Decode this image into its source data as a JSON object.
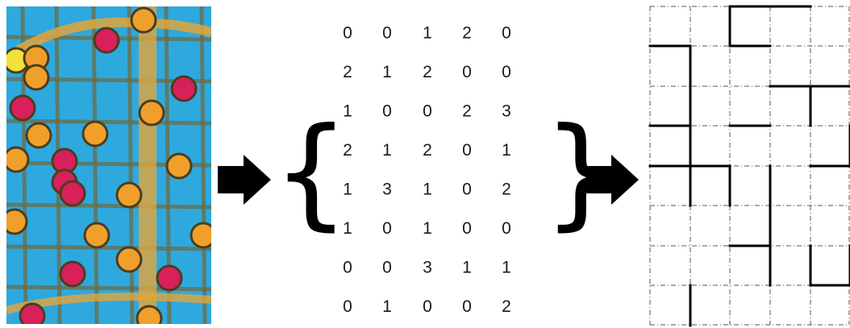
{
  "matrix": [
    [
      "0",
      "0",
      "1",
      "2",
      "0"
    ],
    [
      "2",
      "1",
      "2",
      "0",
      "0"
    ],
    [
      "1",
      "0",
      "0",
      "2",
      "3"
    ],
    [
      "2",
      "1",
      "2",
      "0",
      "1"
    ],
    [
      "1",
      "3",
      "1",
      "0",
      "2"
    ],
    [
      "1",
      "0",
      "1",
      "0",
      "0"
    ],
    [
      "0",
      "0",
      "3",
      "1",
      "1"
    ],
    [
      "0",
      "1",
      "0",
      "0",
      "2"
    ]
  ],
  "braces": {
    "open": "{",
    "close": "}"
  },
  "colors": {
    "micro_background": "#2ea9de",
    "micro_grid": "#6f6a3c",
    "micro_band": "#e3a53a",
    "red_colony": "#d8205a",
    "orange_colony": "#f0a02a",
    "yellow_colony": "#f2e23a",
    "arrow": "#000000",
    "grid_dash": "#555555",
    "grid_bold": "#000000"
  },
  "icons": {
    "arrow_left": "right-arrow-icon",
    "arrow_right": "right-arrow-icon"
  }
}
